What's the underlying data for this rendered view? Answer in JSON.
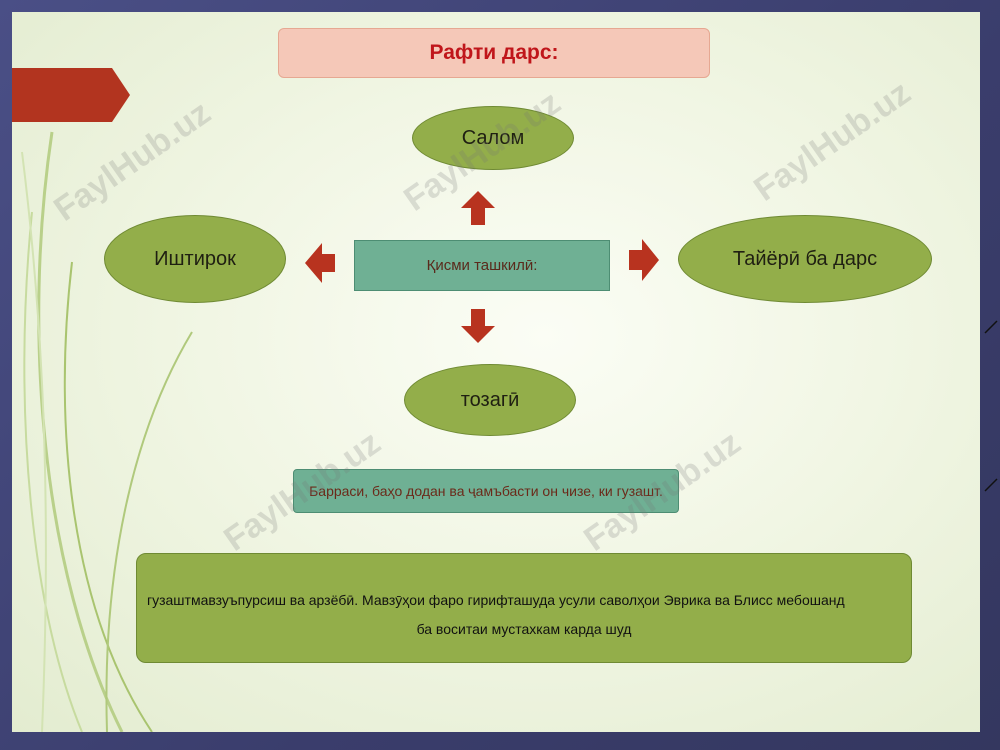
{
  "diagram": {
    "title": "Рафти дарс:",
    "center": "Қисми ташкилӣ:",
    "nodes": {
      "top": "Салом",
      "left": "Иштирок",
      "right": "Тайёрӣ ба дарс",
      "bottom": "тозагӣ"
    },
    "summary": "Барраси, баҳо додан ва ҷамъбасти он чизе, ки гузашт.",
    "homework": {
      "line1": "гузаштмавзуъпурсиш ва арзёбӣ. Мавзӯҳои фаро гирифташуда усули саволҳои Эврика ва Блисс мебошанд",
      "line2": "ба воситаи мустахкам карда шуд"
    }
  },
  "watermark": "FaylHub.uz",
  "colors": {
    "ellipse_fill": "#93ae4a",
    "box_fill": "#6fb094",
    "title_fill": "#f5c8b8",
    "title_text": "#c0161b",
    "arrow": "#b8331f",
    "frame": "#3c3f6e"
  }
}
